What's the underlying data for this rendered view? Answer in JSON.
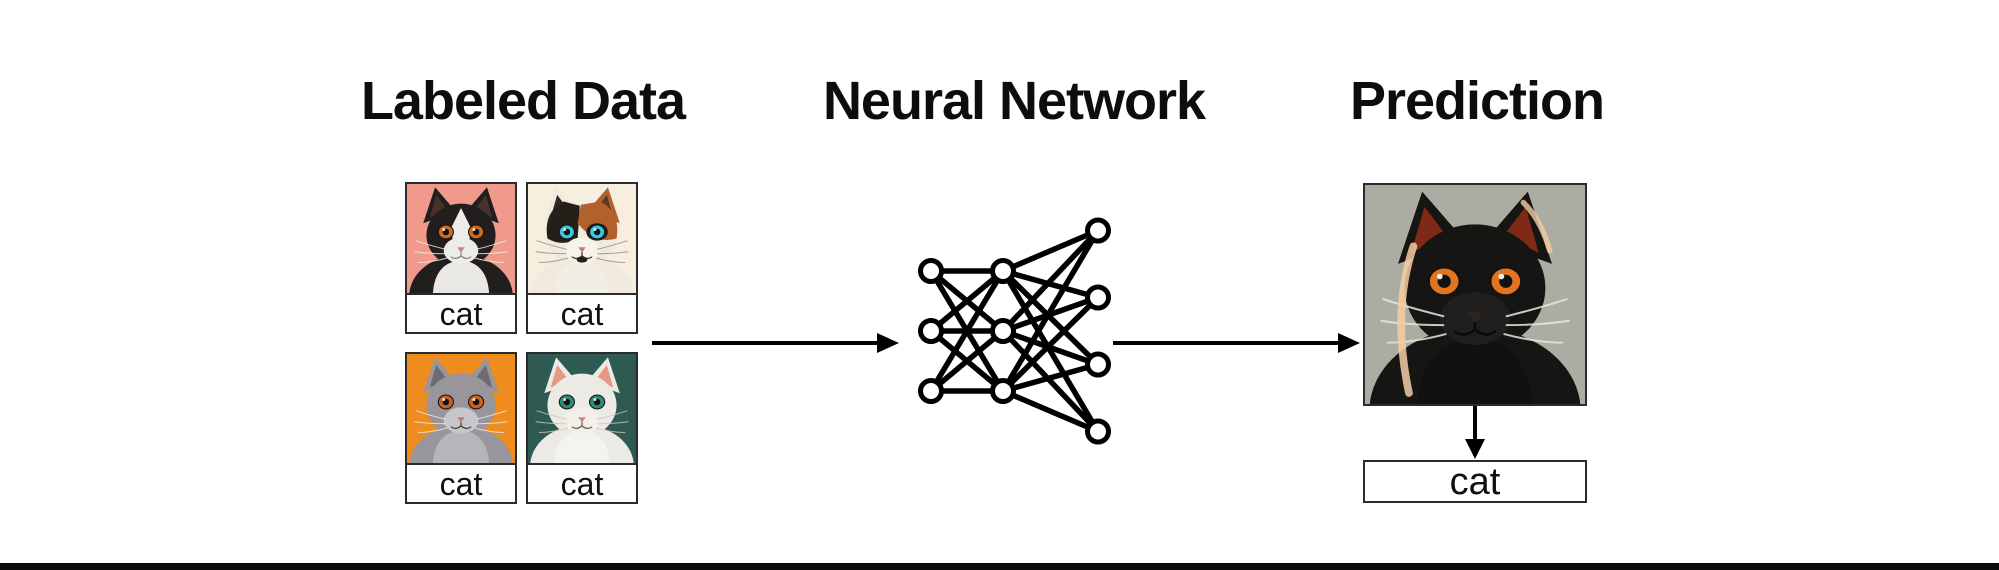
{
  "titles": {
    "labeled_data": "Labeled Data",
    "neural_network": "Neural Network",
    "prediction": "Prediction"
  },
  "labeled_data": {
    "cards": [
      {
        "label": "cat",
        "variant": "tuxedo",
        "depicts": "black-and-white tuxedo cat with orange eyes on salmon pink background",
        "colors": {
          "bg": "#f09a8b",
          "fur": "#211e1d",
          "earInner": "#47312a",
          "eye": "#cd6a20",
          "blaze": "#edece8",
          "muzzle": "#edece8",
          "chest": "#e9e8e3",
          "nose": "#cf8179",
          "whisker": "#f0efec",
          "mouth": "#8c8680"
        }
      },
      {
        "label": "cat",
        "variant": "calico",
        "depicts": "calico cat with cyan blue eyes on cream background",
        "colors": {
          "bg": "#f6efdf",
          "fur": "#f0e9dd",
          "earInner": "#302720",
          "earInner2": "#5a3a22",
          "earOuterR": "#b2602c",
          "eye": "#3cc5df",
          "muzzle": "#f7f3eb",
          "chest": "#f3eee3",
          "nose": "#d0787a",
          "whisker": "#97907c",
          "mouth": "#3a332c",
          "patch_dark": "#242019",
          "patch_orange": "#b2602c"
        }
      },
      {
        "label": "cat",
        "variant": "solid",
        "depicts": "fluffy gray cat with orange eyes on orange background",
        "colors": {
          "bg": "#ee8c1e",
          "fur": "#98969b",
          "earInner": "#6f6a6f",
          "eye": "#ce6120",
          "muzzle": "#c7c6cb",
          "chest": "#b6b5ba",
          "nose": "#c47973",
          "whisker": "#ebebed",
          "mouth": "#4a4548"
        }
      },
      {
        "label": "cat",
        "variant": "solid",
        "depicts": "white persian cat with green eyes on dark teal background",
        "colors": {
          "bg": "#2e5a52",
          "fur": "#eceae4",
          "earInner": "#e69786",
          "eye": "#2f8a73",
          "muzzle": "#f3f0ea",
          "chest": "#f5f3ed",
          "nose": "#d2837c",
          "whisker": "#c9c6bc",
          "mouth": "#6b6257"
        }
      }
    ]
  },
  "neural_network": {
    "layers": [
      3,
      3,
      4
    ],
    "stroke_color": "#000000",
    "node_fill": "#ffffff"
  },
  "prediction": {
    "label": "cat",
    "variant": "black",
    "depicts": "black cat with orange eyes and warm backlit rim light on gray background",
    "colors": {
      "bg": "#adaca3",
      "fur": "#161514",
      "earInner": "#7e2a16",
      "eye": "#e2731f",
      "muzzle": "#201f1d",
      "chest": "#121110",
      "nose": "#2a2523",
      "whisker": "#e8e6e0",
      "mouth": "#0c0b0a",
      "rim": "#f3cda3"
    }
  },
  "arrows": {
    "color": "#000000"
  },
  "bottom_bar": {
    "color": "#0b0b0b"
  }
}
